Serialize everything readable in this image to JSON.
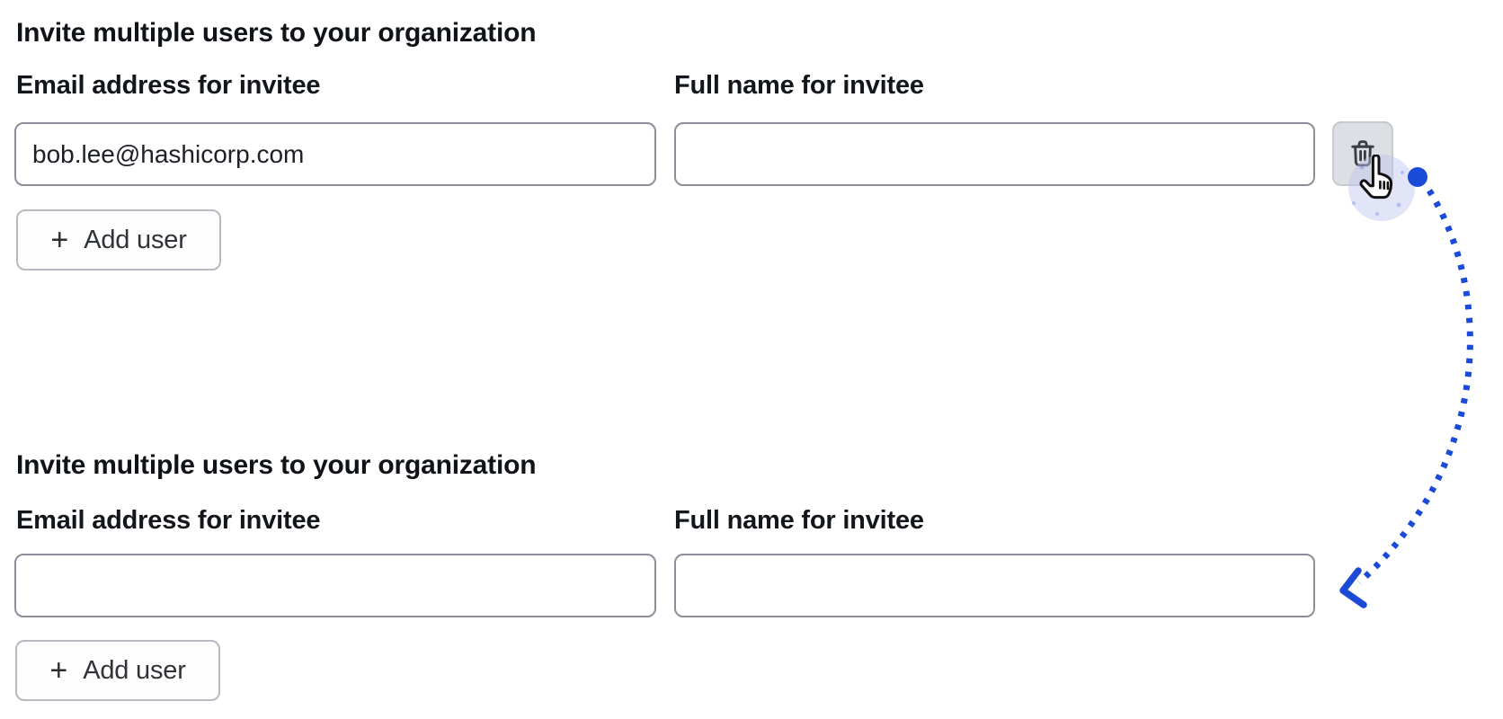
{
  "sections": [
    {
      "heading": "Invite multiple users to your organization",
      "email_label": "Email address for invitee",
      "name_label": "Full name for invitee",
      "email_value": "bob.lee@hashicorp.com",
      "name_value": "",
      "add_user_label": "Add user"
    },
    {
      "heading": "Invite multiple users to your organization",
      "email_label": "Email address for invitee",
      "name_label": "Full name for invitee",
      "email_value": "",
      "name_value": "",
      "add_user_label": "Add user"
    }
  ],
  "icons": {
    "plus": "+",
    "trash": "trash-icon",
    "cursor": "hand-pointer-icon"
  },
  "annotation": {
    "accent_blue": "#1b4ad6",
    "halo_lavender": "#c3c7ee",
    "shape": "dotted curved arrow from delete button to second form"
  },
  "colors": {
    "input_border": "#8b8f99",
    "button_border": "#b7bac1",
    "trash_button_bg": "#dcdfe3",
    "text_dark": "#101317"
  }
}
